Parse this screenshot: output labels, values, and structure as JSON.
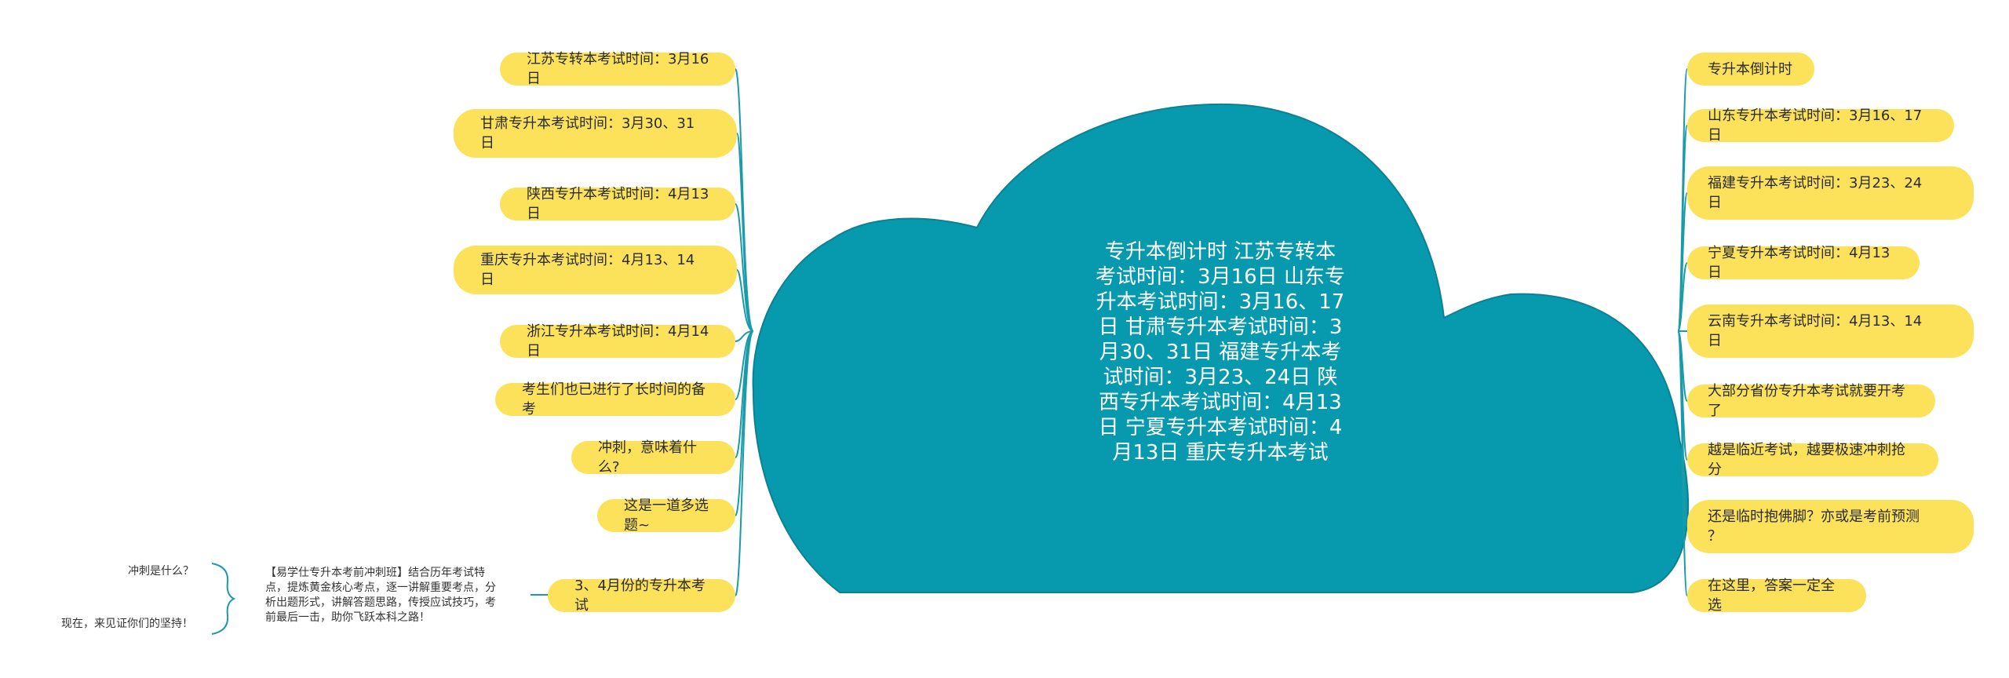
{
  "colors": {
    "topic_fill": "#079AAE",
    "topic_stroke": "#0E8191",
    "line": "#1A9BA9",
    "node_fill": "#FCE25B"
  },
  "center": {
    "text": "专升本倒计时 江苏专转本考试时间：3月16日 山东专升本考试时间：3月16、17日 甘肃专升本考试时间：3月30、31日 福建专升本考试时间：3月23、24日 陕西专升本考试时间：4月13日 宁夏专升本考试时间：4月13日 重庆专升本考试"
  },
  "left_nodes": [
    {
      "label": "江苏专转本考试时间：3月16日"
    },
    {
      "label": "甘肃专升本考试时间：3月30、31\n日"
    },
    {
      "label": "陕西专升本考试时间：4月13日"
    },
    {
      "label": "重庆专升本考试时间：4月13、14\n日"
    },
    {
      "label": "浙江专升本考试时间：4月14日"
    },
    {
      "label": "考生们也已进行了长时间的备考"
    },
    {
      "label": "冲刺，意味着什么?"
    },
    {
      "label": "这是一道多选题~"
    },
    {
      "label": "3、4月份的专升本考试"
    }
  ],
  "right_nodes": [
    {
      "label": "专升本倒计时"
    },
    {
      "label": "山东专升本考试时间：3月16、17日"
    },
    {
      "label": "福建专升本考试时间：3月23、24\n日"
    },
    {
      "label": "宁夏专升本考试时间：4月13日"
    },
    {
      "label": "云南专升本考试时间：4月13、14\n日"
    },
    {
      "label": "大部分省份专升本考试就要开考了"
    },
    {
      "label": "越是临近考试，越要极速冲刺抢分"
    },
    {
      "label": "还是临时抱佛脚？亦或是考前预测\n？"
    },
    {
      "label": "在这里，答案一定全选"
    }
  ],
  "notes": {
    "paragraph": "【易学仕专升本考前冲刺班】结合历年考试特点，提炼黄金核心考点，逐一讲解重要考点，分析出题形式，讲解答题思路，传授应试技巧，考前最后一击，助你飞跃本科之路！",
    "question": "冲刺是什么？",
    "witness": "现在，来见证你们的坚持！"
  }
}
